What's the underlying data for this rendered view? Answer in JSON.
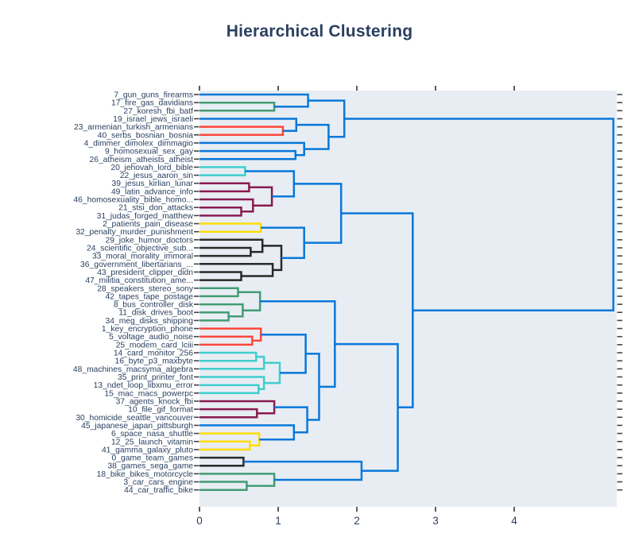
{
  "chart_data": {
    "type": "dendrogram",
    "orientation": "horizontal",
    "title": "Hierarchical Clustering",
    "xlabel": "",
    "ylabel": "",
    "x_ticks": [
      0,
      1,
      2,
      3,
      4
    ],
    "xlim": [
      0,
      5.3
    ],
    "grid": false,
    "plot_bg": "#e8edf3",
    "axis_text_color": "#2a3f5f",
    "tick_color": "#444444",
    "palette": {
      "blue": "#0074D9",
      "green": "#3D9970",
      "red": "#FF4136",
      "cyan": "#39CCCC",
      "maroon": "#85144B",
      "yellow": "#FFDC00",
      "black": "#222222"
    },
    "leaves": [
      "7_gun_guns_firearms",
      "17_fire_gas_davidians",
      "27_koresh_fbi_batf",
      "19_israel_jews_israeli",
      "23_armenian_turkish_armenians",
      "40_serbs_bosnian_bosnia",
      "4_dimmer_dimolex_dimmagio",
      "9_homosexual_sex_gay",
      "26_atheism_atheists_atheist",
      "20_jehovah_lord_bible",
      "22_jesus_aaron_sin",
      "39_jesus_kirlian_lunar",
      "49_latin_advance_info",
      "46_homosexuality_bible_homo...",
      "21_stsi_don_attacks",
      "31_judas_forged_matthew",
      "2_patients_pain_disease",
      "32_penalty_murder_punishment",
      "29_joke_humor_doctors",
      "24_scientific_objective_sub...",
      "33_moral_morality_immoral",
      "36_government_libertarians_...",
      "43_president_clipper_didn",
      "47_militia_constitution_ame...",
      "28_speakers_stereo_sony",
      "42_tapes_tape_postage",
      "8_bus_controller_disk",
      "11_disk_drives_boot",
      "34_meg_disks_shipping",
      "1_key_encryption_phone",
      "5_voltage_audio_noise",
      "25_modem_card_lciii",
      "14_card_monitor_256",
      "16_byte_p3_maxbyte",
      "48_machines_macsyma_algebra",
      "35_print_printer_font",
      "13_ndet_loop_libxmu_error",
      "15_mac_macs_powerpc",
      "37_agents_knock_fbi",
      "10_file_gif_format",
      "30_homicide_seattle_vancouver",
      "45_japanese_japan_pittsburgh",
      "6_space_nasa_shuttle",
      "12_25_launch_vitamin",
      "41_gamma_galaxy_pluto",
      "0_game_team_games",
      "38_games_sega_game",
      "18_bike_bikes_motorcycle",
      "3_car_cars_engine",
      "44_car_traffic_bike"
    ],
    "links": [
      {
        "id": "a1",
        "a": 2,
        "b": 3,
        "d": 0.95,
        "color": "green"
      },
      {
        "id": "a2",
        "a": 1,
        "b": "a1",
        "d": 1.38,
        "color": "blue"
      },
      {
        "id": "a3",
        "a": 5,
        "b": 6,
        "d": 1.06,
        "color": "red"
      },
      {
        "id": "a4",
        "a": 4,
        "b": "a3",
        "d": 1.23,
        "color": "blue"
      },
      {
        "id": "a5",
        "a": 8,
        "b": 9,
        "d": 1.22,
        "color": "blue"
      },
      {
        "id": "a6",
        "a": 7,
        "b": "a5",
        "d": 1.33,
        "color": "blue"
      },
      {
        "id": "a7",
        "a": "a4",
        "b": "a6",
        "d": 1.64,
        "color": "blue"
      },
      {
        "id": "a8",
        "a": "a2",
        "b": "a7",
        "d": 1.84,
        "color": "blue"
      },
      {
        "id": "t1",
        "a": 10,
        "b": 11,
        "d": 0.58,
        "color": "cyan"
      },
      {
        "id": "m1",
        "a": 12,
        "b": 13,
        "d": 0.63,
        "color": "maroon"
      },
      {
        "id": "m2",
        "a": 15,
        "b": 16,
        "d": 0.53,
        "color": "maroon"
      },
      {
        "id": "m3",
        "a": 14,
        "b": "m2",
        "d": 0.68,
        "color": "maroon"
      },
      {
        "id": "m4",
        "a": "m1",
        "b": "m3",
        "d": 0.92,
        "color": "maroon"
      },
      {
        "id": "j1",
        "a": "t1",
        "b": "m4",
        "d": 1.2,
        "color": "blue"
      },
      {
        "id": "y1",
        "a": 17,
        "b": 18,
        "d": 0.78,
        "color": "yellow"
      },
      {
        "id": "k1",
        "a": 20,
        "b": 21,
        "d": 0.65,
        "color": "black"
      },
      {
        "id": "k2",
        "a": 19,
        "b": "k1",
        "d": 0.8,
        "color": "black"
      },
      {
        "id": "k3",
        "a": 23,
        "b": 24,
        "d": 0.53,
        "color": "black"
      },
      {
        "id": "k4",
        "a": 22,
        "b": "k3",
        "d": 0.93,
        "color": "black"
      },
      {
        "id": "k5",
        "a": "k2",
        "b": "k4",
        "d": 1.04,
        "color": "black"
      },
      {
        "id": "j2",
        "a": "y1",
        "b": "k5",
        "d": 1.33,
        "color": "blue"
      },
      {
        "id": "j3",
        "a": "j1",
        "b": "j2",
        "d": 1.8,
        "color": "blue"
      },
      {
        "id": "g1",
        "a": 25,
        "b": 26,
        "d": 0.49,
        "color": "green"
      },
      {
        "id": "g2",
        "a": 28,
        "b": 29,
        "d": 0.37,
        "color": "green"
      },
      {
        "id": "g3",
        "a": 27,
        "b": "g2",
        "d": 0.55,
        "color": "green"
      },
      {
        "id": "g4",
        "a": "g1",
        "b": "g3",
        "d": 0.77,
        "color": "green"
      },
      {
        "id": "r1",
        "a": 31,
        "b": 32,
        "d": 0.67,
        "color": "red"
      },
      {
        "id": "r2",
        "a": 30,
        "b": "r1",
        "d": 0.78,
        "color": "red"
      },
      {
        "id": "c1",
        "a": 33,
        "b": 34,
        "d": 0.72,
        "color": "cyan"
      },
      {
        "id": "c2",
        "a": "c1",
        "b": 35,
        "d": 0.82,
        "color": "cyan"
      },
      {
        "id": "c3",
        "a": 37,
        "b": 38,
        "d": 0.75,
        "color": "cyan"
      },
      {
        "id": "c4",
        "a": 36,
        "b": "c3",
        "d": 0.82,
        "color": "cyan"
      },
      {
        "id": "c5",
        "a": "c2",
        "b": "c4",
        "d": 1.02,
        "color": "cyan"
      },
      {
        "id": "j4",
        "a": "r2",
        "b": "c5",
        "d": 1.35,
        "color": "blue"
      },
      {
        "id": "m5",
        "a": 40,
        "b": 41,
        "d": 0.73,
        "color": "maroon"
      },
      {
        "id": "m6",
        "a": 39,
        "b": "m5",
        "d": 0.95,
        "color": "maroon"
      },
      {
        "id": "y2",
        "a": 44,
        "b": 45,
        "d": 0.64,
        "color": "yellow"
      },
      {
        "id": "y3",
        "a": 43,
        "b": "y2",
        "d": 0.76,
        "color": "yellow"
      },
      {
        "id": "j5",
        "a": 42,
        "b": "y3",
        "d": 1.2,
        "color": "blue"
      },
      {
        "id": "j6",
        "a": "m6",
        "b": "j5",
        "d": 1.37,
        "color": "blue"
      },
      {
        "id": "j7",
        "a": "j4",
        "b": "j6",
        "d": 1.52,
        "color": "blue"
      },
      {
        "id": "j8",
        "a": "g4",
        "b": "j7",
        "d": 1.72,
        "color": "blue"
      },
      {
        "id": "k6",
        "a": 46,
        "b": 47,
        "d": 0.56,
        "color": "black"
      },
      {
        "id": "g5",
        "a": 49,
        "b": 50,
        "d": 0.6,
        "color": "green"
      },
      {
        "id": "g6",
        "a": 48,
        "b": "g5",
        "d": 0.95,
        "color": "green"
      },
      {
        "id": "j9",
        "a": "k6",
        "b": "g6",
        "d": 2.06,
        "color": "blue"
      },
      {
        "id": "j10",
        "a": "j8",
        "b": "j9",
        "d": 2.52,
        "color": "blue"
      },
      {
        "id": "j11",
        "a": "j3",
        "b": "j10",
        "d": 2.71,
        "color": "blue"
      },
      {
        "id": "root",
        "a": "a8",
        "b": "j11",
        "d": 5.26,
        "color": "blue"
      }
    ]
  }
}
